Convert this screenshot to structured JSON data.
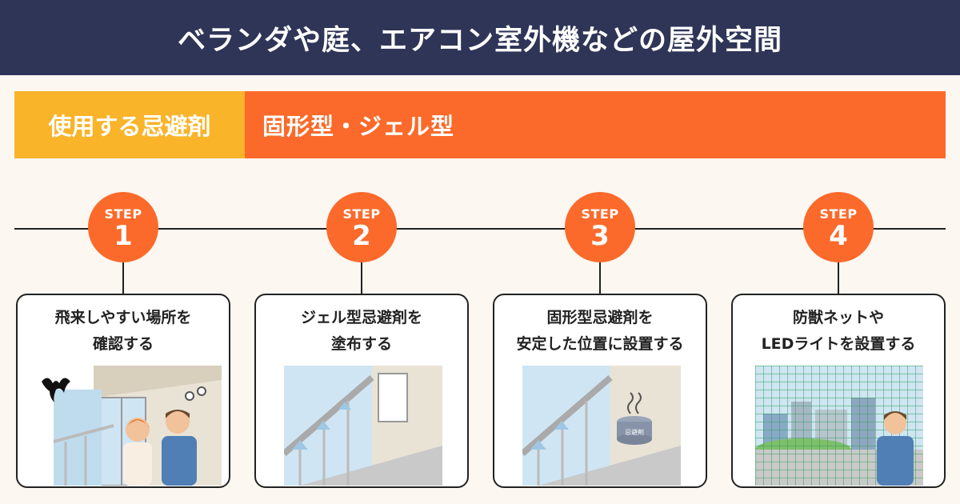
{
  "title": "ベランダや庭、エアコン室外機などの屋外空間",
  "repellent": {
    "label": "使用する忌避剤",
    "value": "固形型・ジェル型"
  },
  "steps": [
    {
      "word": "STEP",
      "number": "1",
      "line1": "飛来しやすい場所を",
      "line2": "確認する"
    },
    {
      "word": "STEP",
      "number": "2",
      "line1": "ジェル型忌避剤を",
      "line2": "塗布する"
    },
    {
      "word": "STEP",
      "number": "3",
      "line1": "固形型忌避剤を",
      "line2": "安定した位置に設置する"
    },
    {
      "word": "STEP",
      "number": "4",
      "line1": "防獣ネットや",
      "line2": "LEDライトを設置する"
    }
  ],
  "container_label": "忌避剤",
  "colors": {
    "header_bg": "#2f3557",
    "accent_orange": "#fb6a2a",
    "accent_yellow": "#f9b42a",
    "background": "#fdf7f1"
  }
}
